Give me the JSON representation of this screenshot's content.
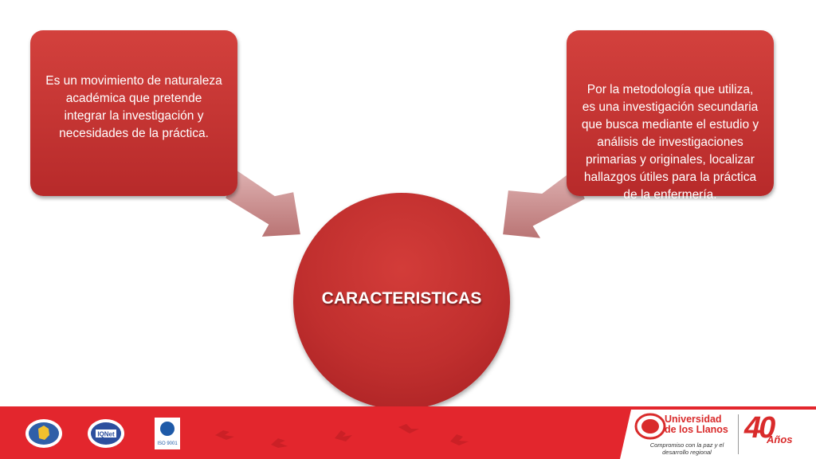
{
  "diagram": {
    "center_label": "CARACTERISTICAS",
    "left_box_text": "Es un movimiento de naturaleza\nacadémica que pretende\nintegrar la investigación y\nnecesidades de la práctica.",
    "right_box_text": "Por la metodología que utiliza,\nes una investigación secundaria\nque busca mediante el estudio y\nanálisis de investigaciones\nprimarias y originales, localizar\nhallazgos útiles para la práctica\nde la enfermería."
  },
  "footer": {
    "logos": [
      "colombia-seal-icon",
      "iqnet-certification-icon",
      "icontec-iso-9001-icon"
    ],
    "logo_labels": {
      "iqnet": "IQNet",
      "iso": "ISO 9001"
    },
    "brand_name": "Universidad\nde los Llanos",
    "brand_tagline": "Compromiso con la paz y el\ndesarrollo regional",
    "anniversary_number": "40",
    "anniversary_word": "Años"
  },
  "colors": {
    "accent_red": "#c8302e",
    "footer_red": "#e3262d",
    "arrow_fill": "#c98f8f"
  }
}
